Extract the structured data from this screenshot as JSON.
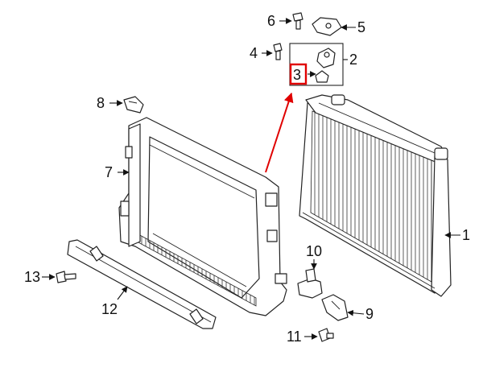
{
  "diagram": {
    "callouts": {
      "c1": "1",
      "c2": "2",
      "c3": "3",
      "c4": "4",
      "c5": "5",
      "c6": "6",
      "c7": "7",
      "c8": "8",
      "c9": "9",
      "c10": "10",
      "c11": "11",
      "c12": "12",
      "c13": "13"
    },
    "colors": {
      "line": "#222222",
      "highlight": "#e00000",
      "background": "#ffffff"
    }
  }
}
